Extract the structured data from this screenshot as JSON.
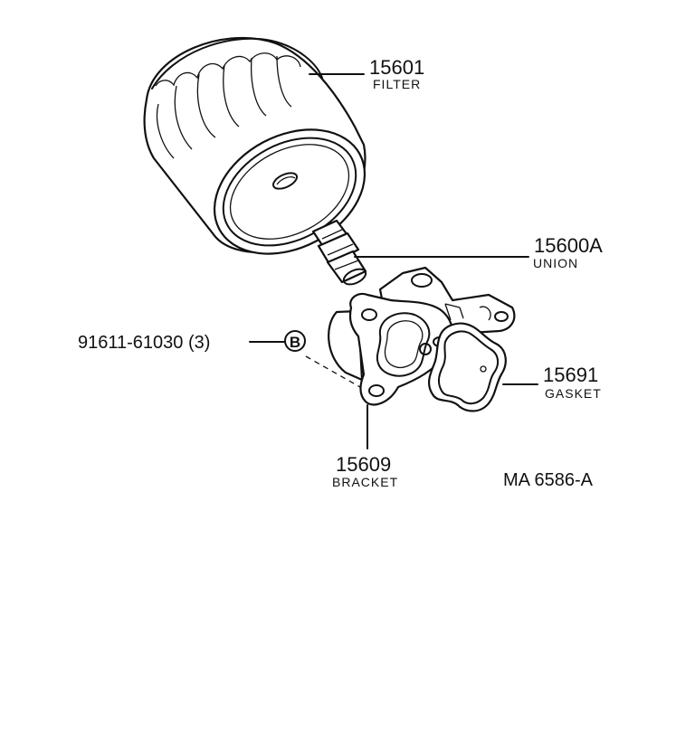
{
  "parts": {
    "filter": {
      "number": "15601",
      "name": "FILTER"
    },
    "union": {
      "number": "15600A",
      "name": "UNION"
    },
    "gasket": {
      "number": "15691",
      "name": "GASKET"
    },
    "bracket": {
      "number": "15609",
      "name": "BRACKET"
    },
    "bolt": {
      "number": "91611-61030 (3)",
      "symbol": "B"
    }
  },
  "reference": "MA 6586-A",
  "colors": {
    "ink": "#111111",
    "paper": "#ffffff"
  }
}
